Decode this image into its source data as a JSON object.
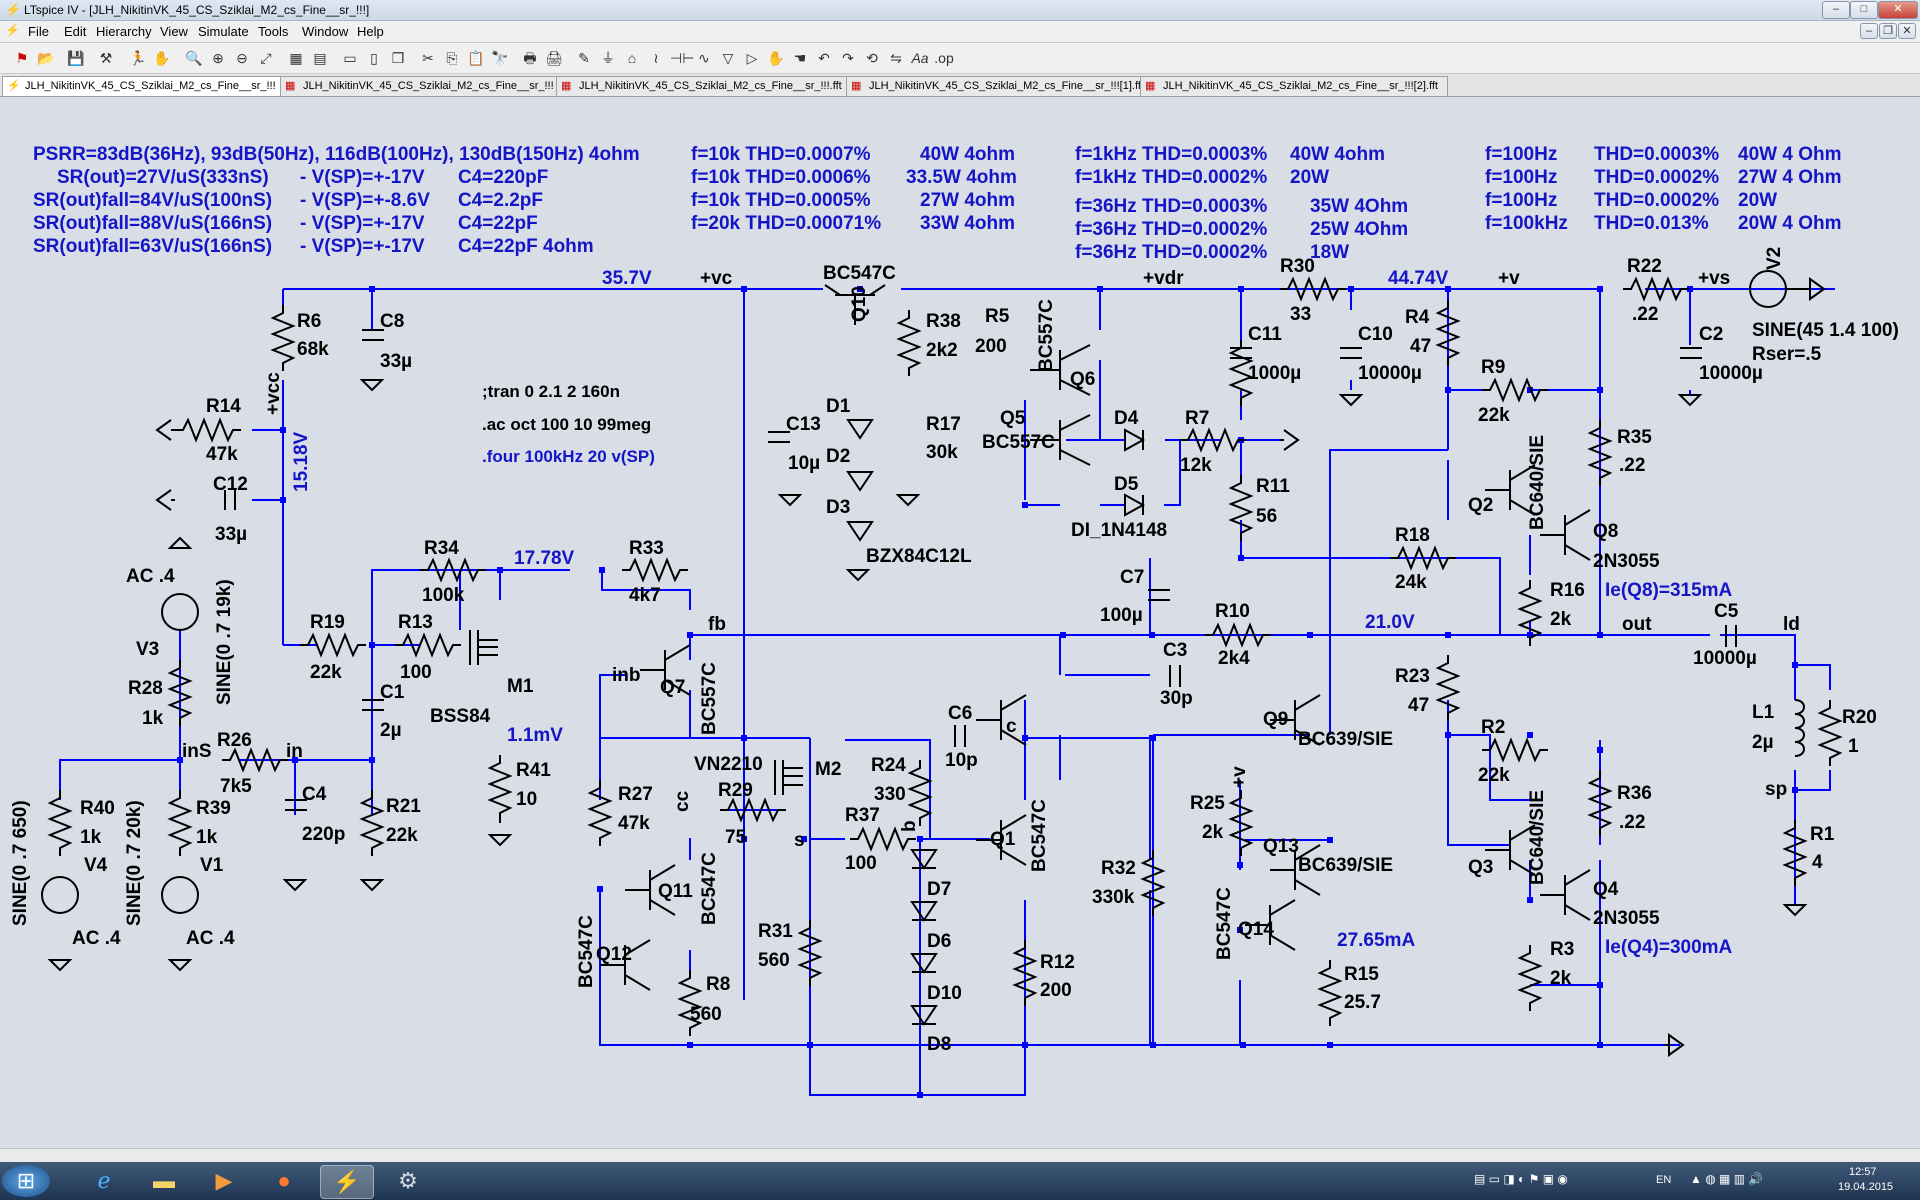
{
  "window": {
    "title": "LTspice IV - [JLH_NikitinVK_45_CS_Sziklai_M2_cs_Fine__sr_!!!]"
  },
  "menu": [
    "File",
    "Edit",
    "Hierarchy",
    "View",
    "Simulate",
    "Tools",
    "Window",
    "Help"
  ],
  "tabs": [
    "JLH_NikitinVK_45_CS_Sziklai_M2_cs_Fine__sr_!!!",
    "JLH_NikitinVK_45_CS_Sziklai_M2_cs_Fine__sr_!!!",
    "JLH_NikitinVK_45_CS_Sziklai_M2_cs_Fine__sr_!!!.fft",
    "JLH_NikitinVK_45_CS_Sziklai_M2_cs_Fine__sr_!!![1].fft",
    "JLH_NikitinVK_45_CS_Sziklai_M2_cs_Fine__sr_!!![2].fft"
  ],
  "colors": {
    "wire": "#0000ff",
    "text": "#000000",
    "note": "#1515c8",
    "canvas": "#d8dde6"
  },
  "notes": {
    "psrr": [
      "PSRR=83dB(36Hz), 93dB(50Hz), 116dB(100Hz), 130dB(150Hz)  4ohm",
      "SR(out)=27V/uS(333nS)",
      "SR(out)fall=84V/uS(100nS)",
      "SR(out)fall=88V/uS(166nS)",
      "SR(out)fall=63V/uS(166nS)"
    ],
    "vsp": [
      "- V(SP)=+-17V",
      "- V(SP)=+-8.6V",
      "- V(SP)=+-17V",
      "- V(SP)=+-17V"
    ],
    "cap": [
      "C4=220pF",
      "C4=2.2pF",
      "C4=22pF",
      "C4=22pF  4ohm"
    ],
    "thd1": [
      "f=10k  THD=0.0007%",
      "f=10k  THD=0.0006%",
      "f=10k  THD=0.0005%",
      "f=20k  THD=0.00071%"
    ],
    "pow1": [
      "40W  4ohm",
      "33.5W  4ohm",
      "27W  4ohm",
      "33W  4ohm"
    ],
    "thd2": [
      "f=1kHz  THD=0.0003%",
      "f=1kHz  THD=0.0002%",
      "f=36Hz  THD=0.0003%",
      "f=36Hz  THD=0.0002%",
      "f=36Hz  THD=0.0002%"
    ],
    "pow2": [
      "40W  4ohm",
      "20W",
      "35W  4Ohm",
      "25W  4Ohm",
      "18W"
    ],
    "thd3f": [
      "f=100Hz",
      "f=100Hz",
      "f=100Hz",
      "f=100kHz"
    ],
    "thd3": [
      "THD=0.0003%",
      "THD=0.0002%",
      "THD=0.0002%",
      "THD=0.013%"
    ],
    "pow3": [
      "40W   4 Ohm",
      "27W   4 Ohm",
      "20W",
      "20W   4 Ohm"
    ],
    "directives": [
      ";tran 0 2.1 2 160n",
      ".ac oct 100 10 99meg"
    ],
    "four": ".four 100kHz 20 v(SP)"
  },
  "nodes": {
    "v357": "35.7V",
    "vc": "+vc",
    "vdr": "+vdr",
    "v4474": "44.74V",
    "vp": "+v",
    "vs": "+vs",
    "v1518": "15.18V",
    "vcc": "+vcc",
    "v1778": "17.78V",
    "fb": "fb",
    "inb": "inb",
    "v21": "21.0V",
    "out": "out",
    "ld": "ld",
    "sp": "sp",
    "ins": "inS",
    "in": "in",
    "c": "c",
    "cc": "cc",
    "s": "s",
    "b": "b",
    "v11": "1.1mV",
    "i2765": "27.65mA",
    "ieq8": "Ie(Q8)=315mA",
    "ieq4": "Ie(Q4)=300mA",
    "vplus": "+v"
  },
  "components": {
    "R6": [
      "R6",
      "68k"
    ],
    "C8": [
      "C8",
      "33µ"
    ],
    "R14": [
      "R14",
      "47k"
    ],
    "C12": [
      "C12",
      "33µ"
    ],
    "R34": [
      "R34",
      "100k"
    ],
    "R33": [
      "R33",
      "4k7"
    ],
    "R19": [
      "R19",
      "22k"
    ],
    "R13": [
      "R13",
      "100"
    ],
    "C1": [
      "C1",
      "2µ"
    ],
    "M1": [
      "M1",
      "BSS84"
    ],
    "R41": [
      "R41",
      "10"
    ],
    "R21": [
      "R21",
      "22k"
    ],
    "C4": [
      "C4",
      "220p"
    ],
    "R26": [
      "R26",
      "7k5"
    ],
    "R28": [
      "R28",
      "1k"
    ],
    "R39": [
      "R39",
      "1k"
    ],
    "R40": [
      "R40",
      "1k"
    ],
    "V3": [
      "V3",
      "AC .4",
      "SINE(0 .7 19k)"
    ],
    "V1": [
      "V1",
      "AC .4",
      "SINE(0 .7 20k)"
    ],
    "V4": [
      "V4",
      "AC .4",
      "SINE(0 .7 650)"
    ],
    "Q7": [
      "Q7",
      "BC557C"
    ],
    "Q10": [
      "Q10",
      "BC547C"
    ],
    "R38": [
      "R38",
      "2k2"
    ],
    "R17": [
      "R17",
      "30k"
    ],
    "C13": [
      "C13",
      "10µ"
    ],
    "D1": "D1",
    "D2": "D2",
    "D3": [
      "D3",
      "BZX84C12L"
    ],
    "R5": [
      "R5",
      "200"
    ],
    "Q6": [
      "Q6",
      "BC557C"
    ],
    "Q5": [
      "Q5",
      "BC557C"
    ],
    "D4": "D4",
    "D5": [
      "D5",
      "DI_1N4148"
    ],
    "R7": [
      "R7",
      "12k"
    ],
    "C11": [
      "C11",
      "1000µ"
    ],
    "R11": [
      "R11",
      "56"
    ],
    "R30": [
      "R30",
      "33"
    ],
    "C10": [
      "C10",
      "10000µ"
    ],
    "R4": [
      "R4",
      "47"
    ],
    "R9": [
      "R9",
      "22k"
    ],
    "Q2": [
      "Q2",
      "BC640/SIE"
    ],
    "R35": [
      "R35",
      ".22"
    ],
    "Q8": [
      "Q8",
      "2N3055"
    ],
    "R16": [
      "R16",
      "2k"
    ],
    "R22": [
      "R22",
      ".22"
    ],
    "C2": [
      "C2",
      "10000µ"
    ],
    "V2": [
      "V2",
      "SINE(45 1.4 100)",
      "Rser=.5"
    ],
    "R18": [
      "R18",
      "24k"
    ],
    "C7": [
      "C7",
      "100µ"
    ],
    "R10": [
      "R10",
      "2k4"
    ],
    "C3": [
      "C3",
      "30p"
    ],
    "C5": [
      "C5",
      "10000µ"
    ],
    "L1": [
      "L1",
      "2µ"
    ],
    "R20": [
      "R20",
      "1"
    ],
    "R1": [
      "R1",
      "4"
    ],
    "R23": [
      "R23",
      "47"
    ],
    "R2": [
      "R2",
      "22k"
    ],
    "Q3": [
      "Q3",
      "BC640/SIE"
    ],
    "R36": [
      "R36",
      ".22"
    ],
    "Q4": [
      "Q4",
      "2N3055"
    ],
    "R3": [
      "R3",
      "2k"
    ],
    "Q9": [
      "Q9",
      "BC639/SIE"
    ],
    "Q13": [
      "Q13",
      "BC639/SIE"
    ],
    "R25": [
      "R25",
      "2k"
    ],
    "Q14": [
      "Q14",
      "BC547C"
    ],
    "R15": [
      "R15",
      "25.7"
    ],
    "R32": [
      "R32",
      "330k"
    ],
    "M2": [
      "M2",
      "VN2210"
    ],
    "R29": [
      "R29",
      "75"
    ],
    "R37": [
      "R37",
      "100"
    ],
    "R24": [
      "R24",
      "330"
    ],
    "C6": [
      "C6",
      "10p"
    ],
    "Q1": [
      "Q1",
      "BC547C"
    ],
    "R12": [
      "R12",
      "200"
    ],
    "R31": [
      "R31",
      "560"
    ],
    "R27": [
      "R27",
      "47k"
    ],
    "Q11": [
      "Q11",
      "BC547C"
    ],
    "Q12": [
      "Q12",
      "BC547C"
    ],
    "R8": [
      "R8",
      "560"
    ],
    "D7": "D7",
    "D6": "D6",
    "D10": "D10",
    "D8": "D8"
  },
  "taskbar": {
    "lang": "EN",
    "time": "12:57",
    "date": "19.04.2015"
  }
}
